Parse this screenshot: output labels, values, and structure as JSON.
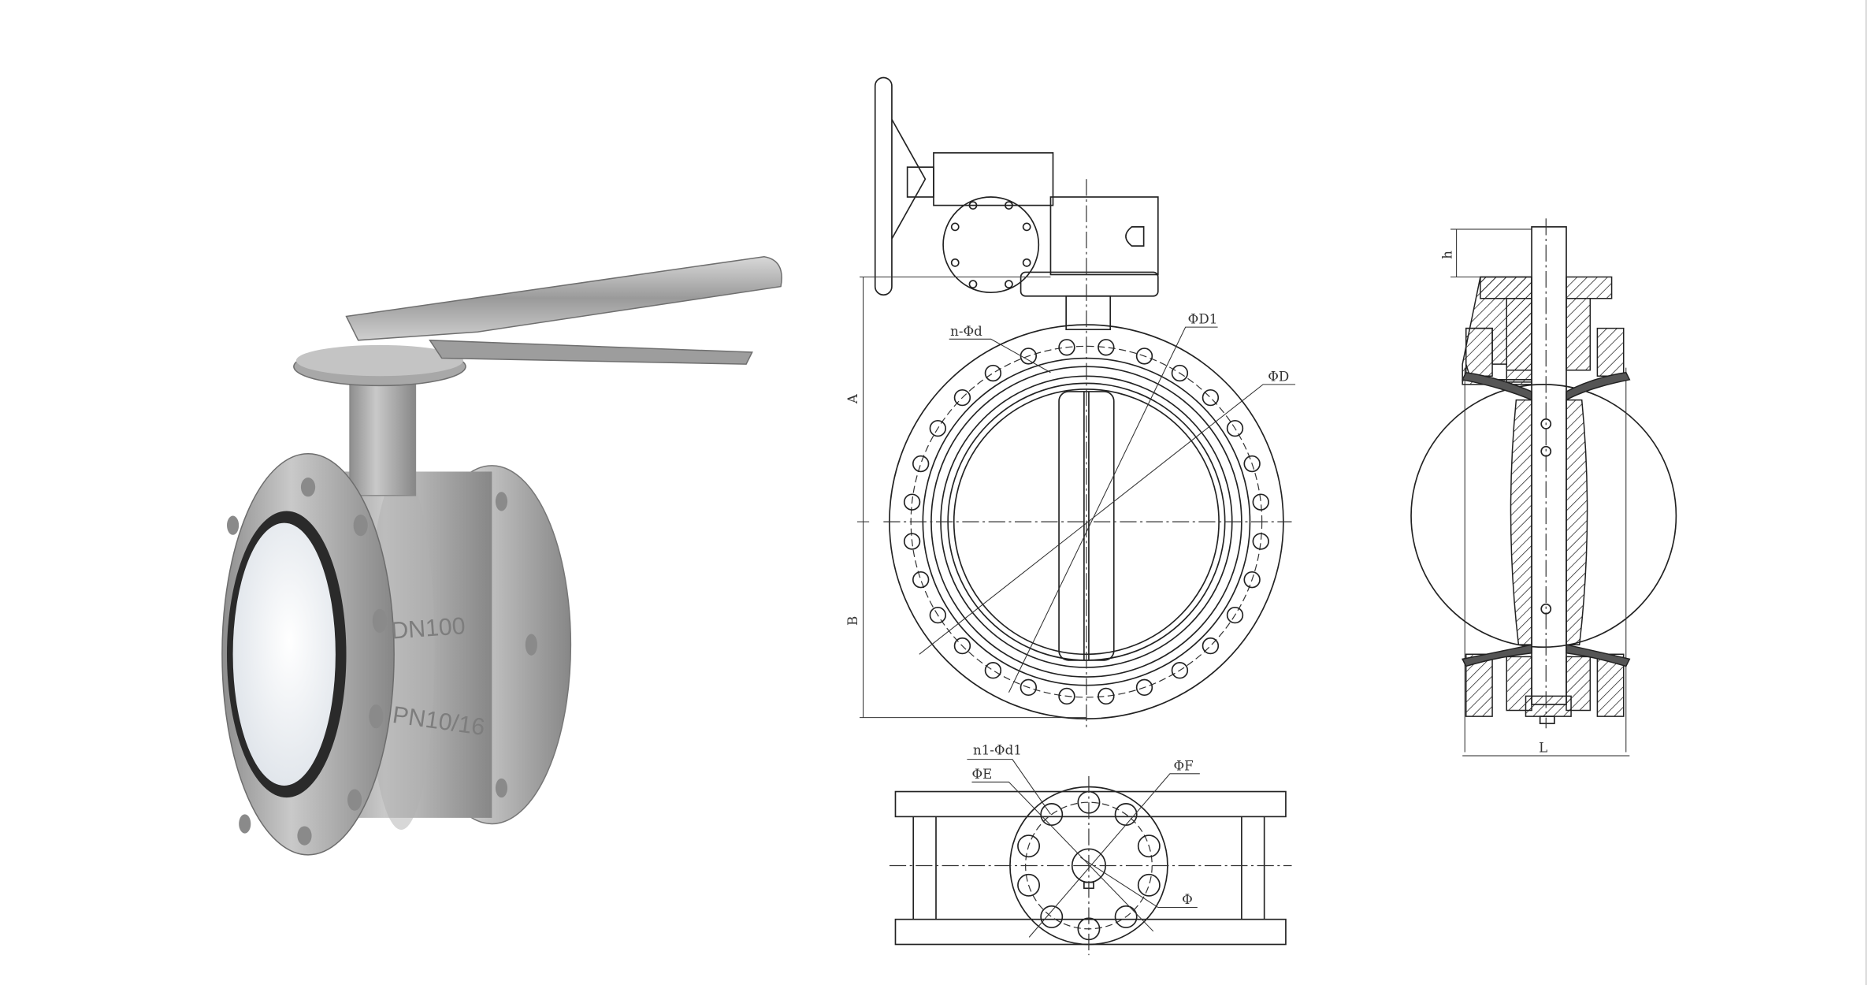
{
  "photo": {
    "cast_size": "DN100",
    "cast_pressure": "PN10/16"
  },
  "front_view": {
    "dim_a": "A",
    "dim_b": "B",
    "bolt_holes": "n-Φd",
    "bolt_circle": "ΦD1",
    "flange_diameter": "ΦD"
  },
  "top_flange_view": {
    "bolt_holes": "n1-Φd1",
    "diameter_e": "ΦE",
    "diameter_f": "ΦF",
    "stem_diameter": "Φ"
  },
  "section_view": {
    "dim_h": "h",
    "dim_l": "L"
  },
  "colors": {
    "line": "#222222",
    "liner": "#f4f6f8",
    "steel": "#a9a9a9"
  }
}
